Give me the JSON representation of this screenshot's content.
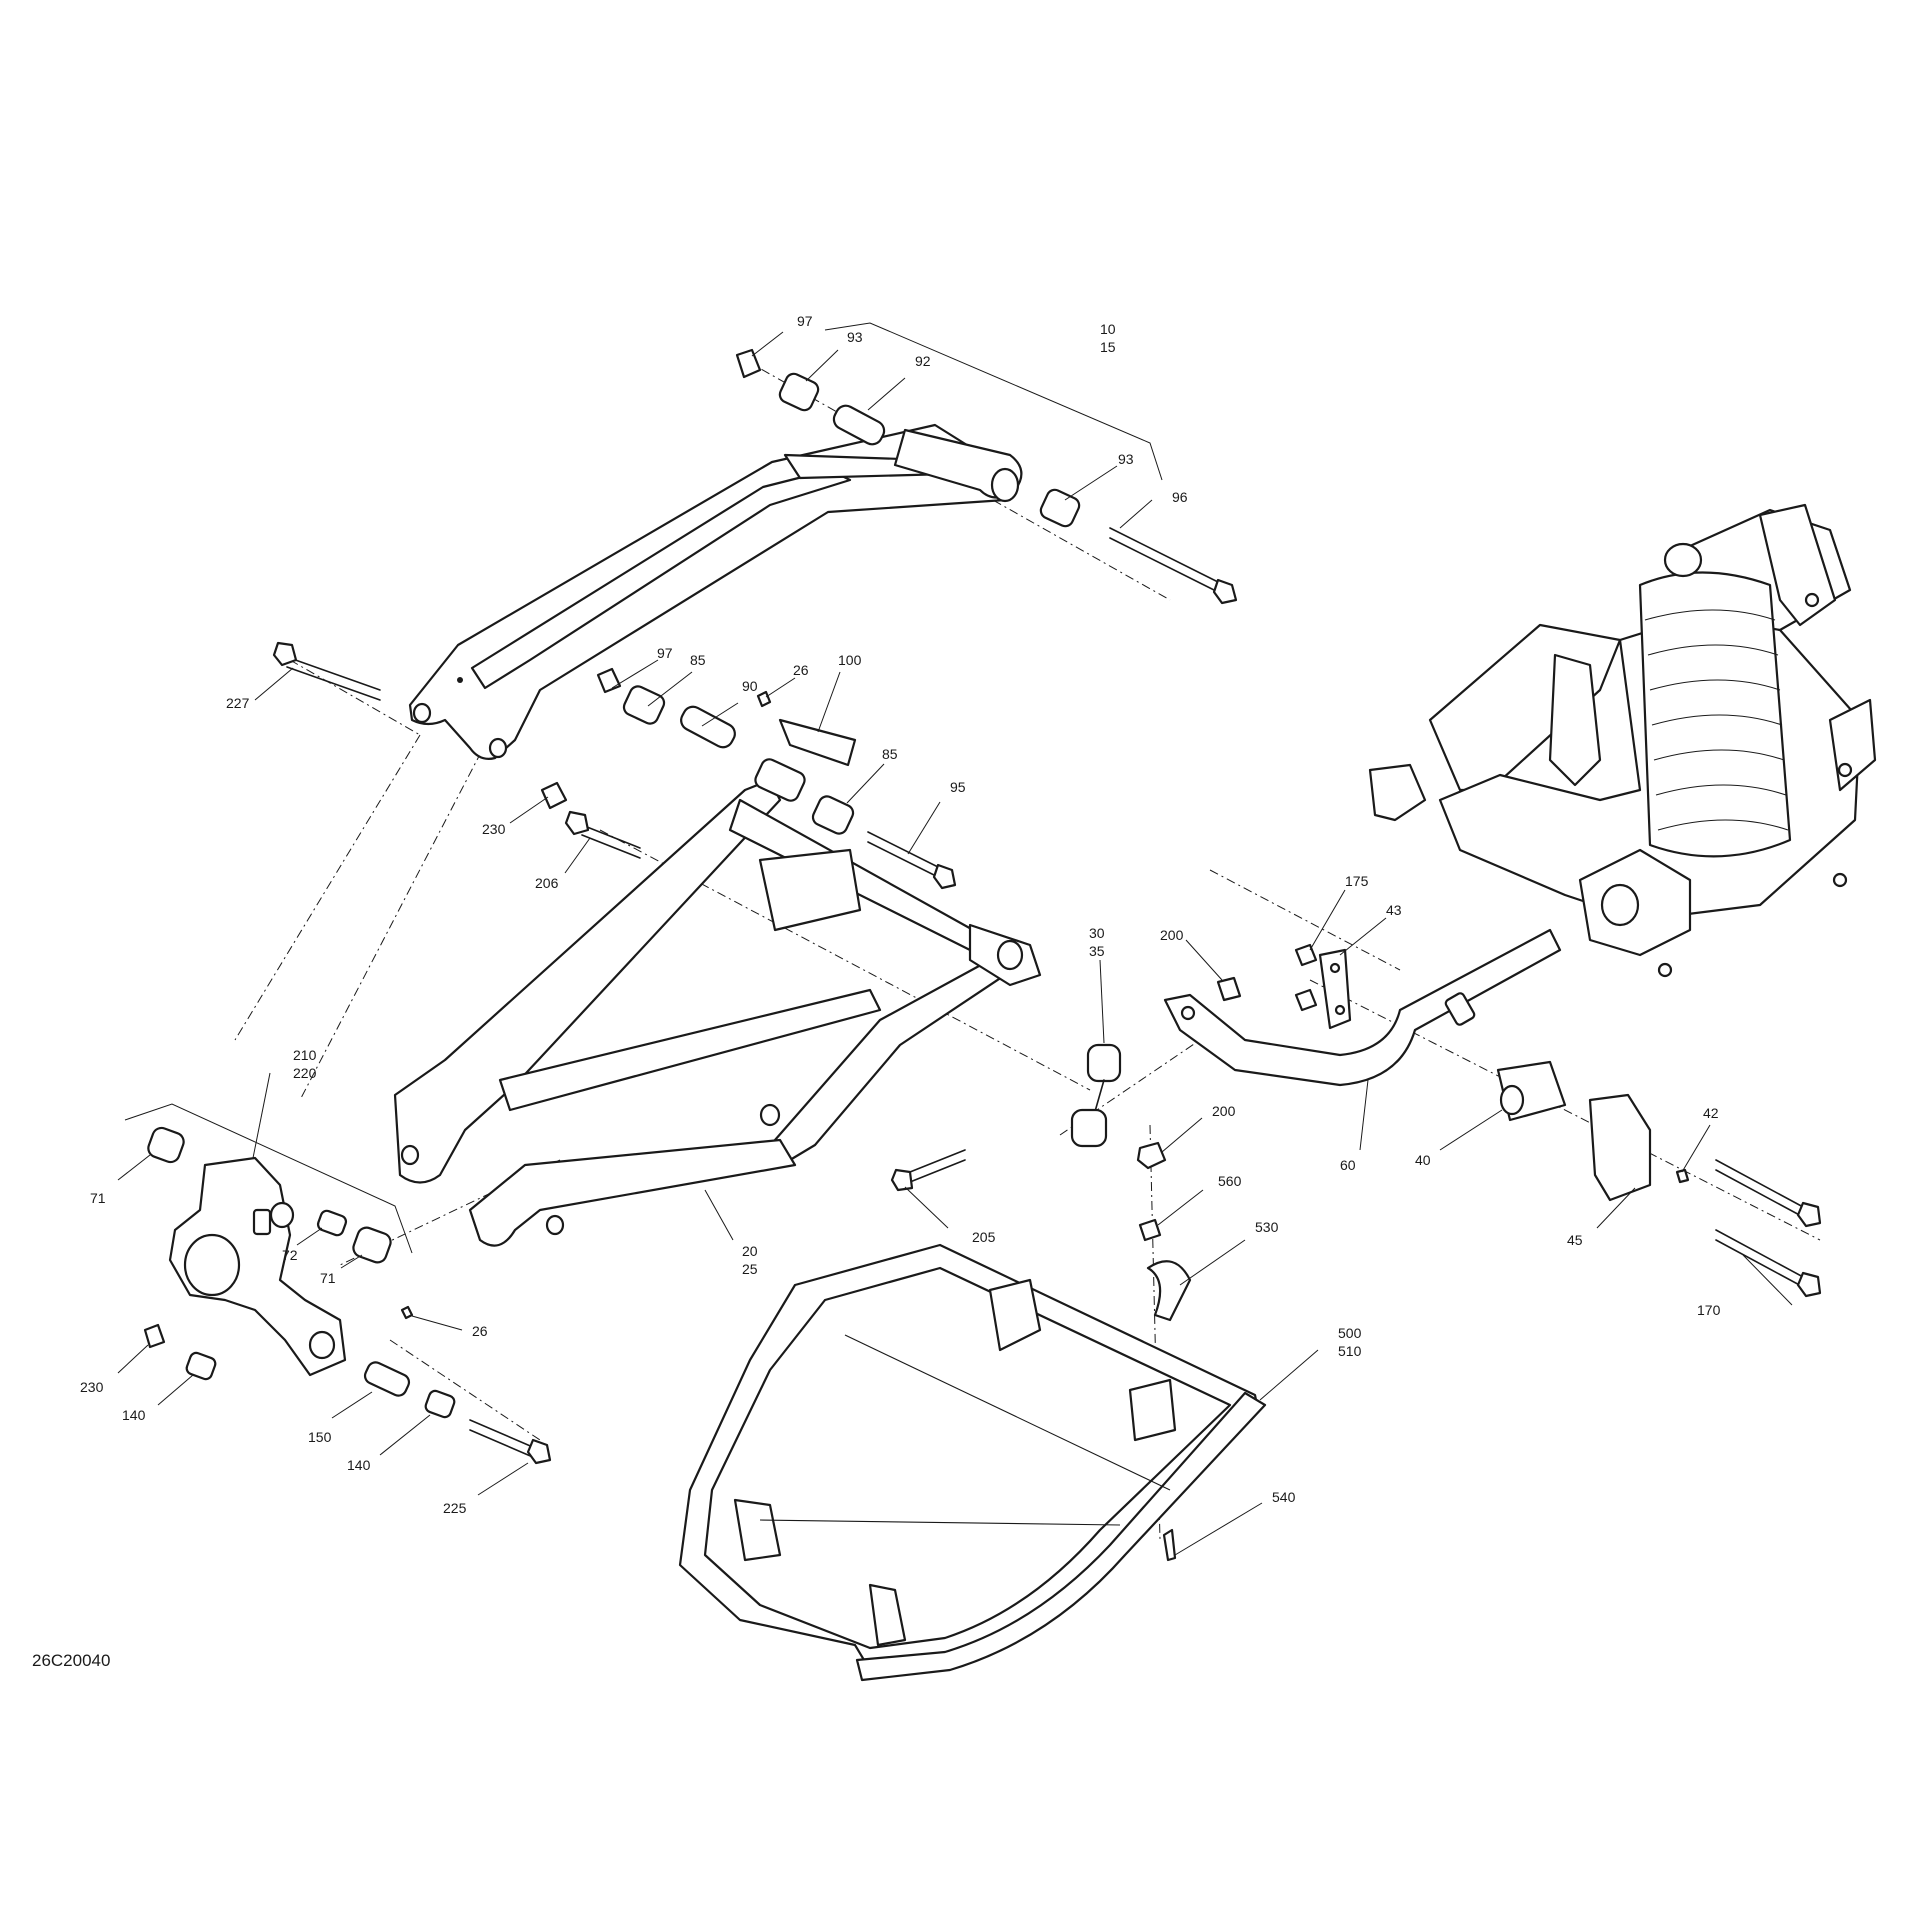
{
  "diagram": {
    "code": "26C20040",
    "labels": {
      "l97a": "97",
      "l93a": "93",
      "l92": "92",
      "l10": "10",
      "l15": "15",
      "l93b": "93",
      "l96": "96",
      "l227": "227",
      "l230a": "230",
      "l97b": "97",
      "l85a": "85",
      "l90": "90",
      "l26a": "26",
      "l100": "100",
      "l85b": "85",
      "l95": "95",
      "l206": "206",
      "l30": "30",
      "l35": "35",
      "l200a": "200",
      "l175": "175",
      "l43": "43",
      "l60": "60",
      "l40": "40",
      "l42": "42",
      "l45": "45",
      "l170": "170",
      "l200b": "200",
      "l205": "205",
      "l210": "210",
      "l220": "220",
      "l71a": "71",
      "l72": "72",
      "l71b": "71",
      "l26b": "26",
      "l230b": "230",
      "l140a": "140",
      "l150": "150",
      "l140b": "140",
      "l225": "225",
      "l20": "20",
      "l25": "25",
      "l560": "560",
      "l530": "530",
      "l500": "500",
      "l510": "510",
      "l540": "540"
    }
  }
}
